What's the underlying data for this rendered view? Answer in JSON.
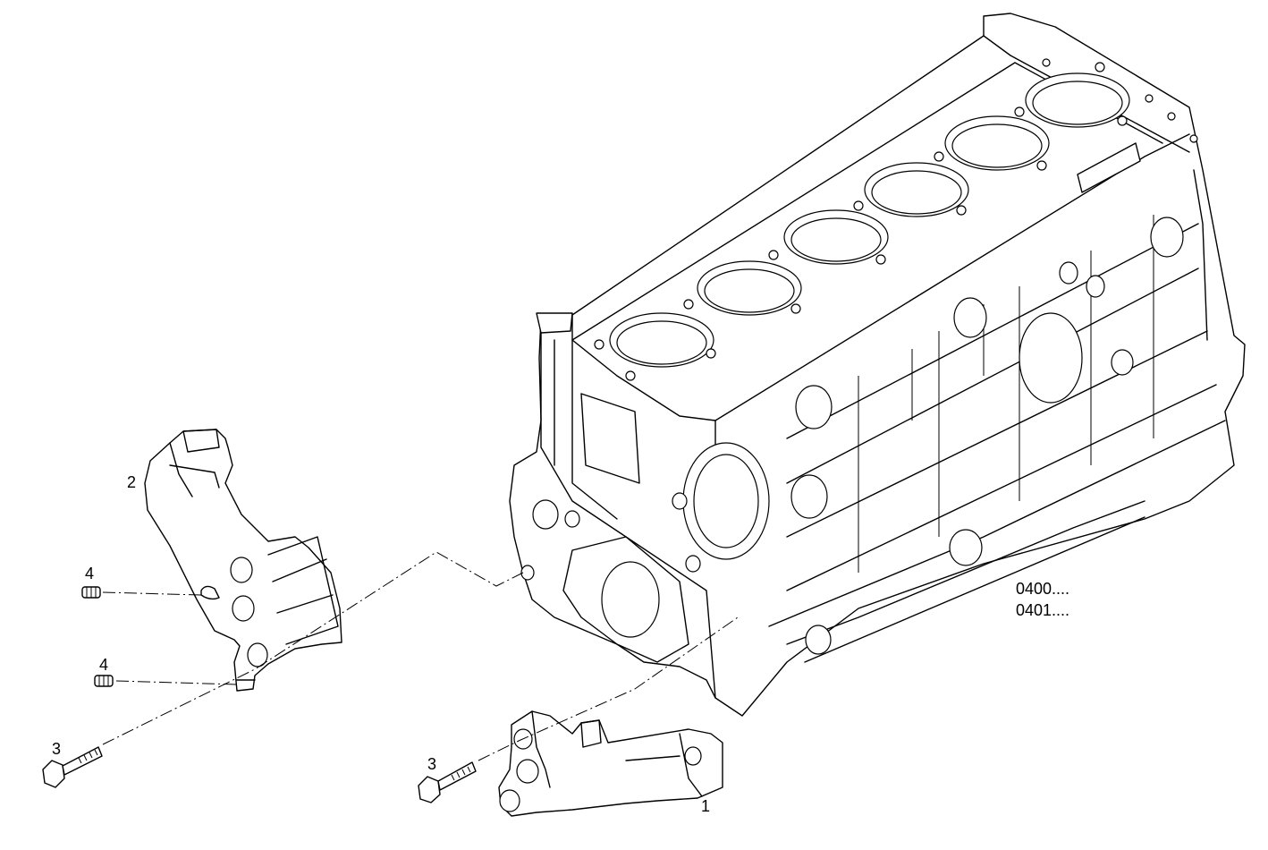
{
  "callouts": {
    "part_1": "1",
    "part_2": "2",
    "part_3a": "3",
    "part_3b": "3",
    "part_4a": "4",
    "part_4b": "4"
  },
  "references": [
    "0400....",
    "0401...."
  ]
}
